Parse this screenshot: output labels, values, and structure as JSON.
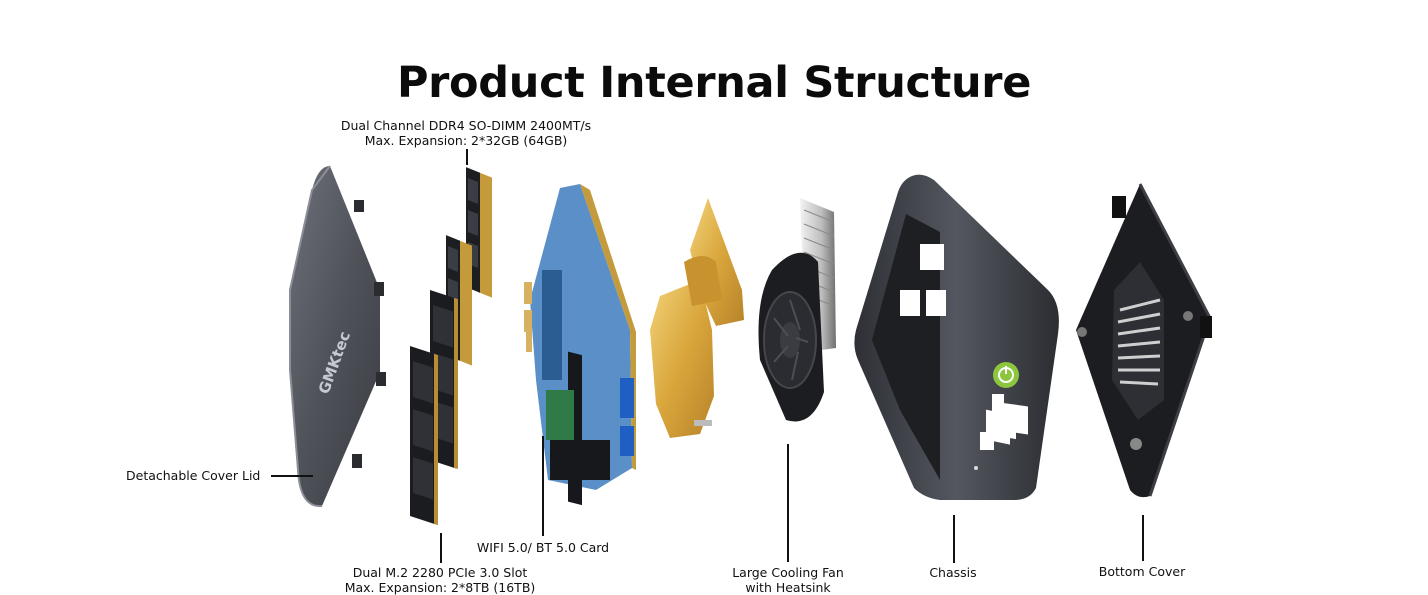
{
  "title": "Product Internal Structure",
  "brand_logo_text": "GMKtec",
  "labels": {
    "ram": [
      "Dual Channel DDR4 SO-DIMM 2400MT/s",
      "Max. Expansion: 2*32GB (64GB)"
    ],
    "cover_lid": "Detachable Cover Lid",
    "ssd": [
      "Dual M.2 2280 PCIe 3.0 Slot",
      "Max. Expansion: 2*8TB (16TB)"
    ],
    "wifi": "WIFI 5.0/ BT 5.0 Card",
    "fan": [
      "Large Cooling Fan",
      "with Heatsink"
    ],
    "chassis": "Chassis",
    "bottom_cover": "Bottom Cover"
  },
  "colors": {
    "power_button": "#8cc63f",
    "copper": "#e2b44a",
    "board": "#5b8fc8",
    "metal": "#3a3d44"
  }
}
